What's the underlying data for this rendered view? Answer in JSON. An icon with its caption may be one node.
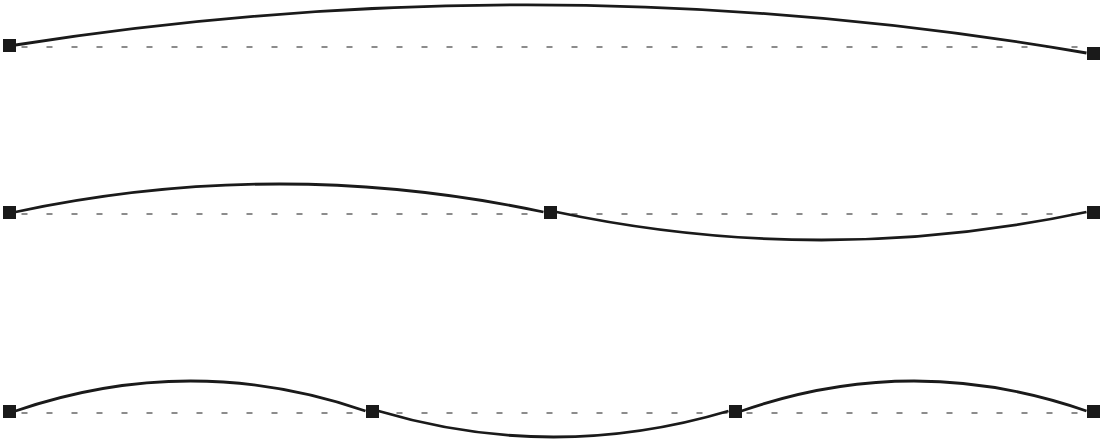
{
  "diagram": {
    "nodes": [
      {
        "text": [],
        "shape": "box"
      },
      {
        "text": [],
        "shape": "box"
      },
      {
        "text": [],
        "shape": "box"
      },
      {
        "text": [],
        "shape": "box"
      },
      {
        "text": [],
        "shape": "box"
      },
      {
        "text": [],
        "shape": "box"
      },
      {
        "text": [],
        "shape": "box"
      },
      {
        "text": [],
        "shape": "box"
      },
      {
        "text": [],
        "shape": "box"
      }
    ],
    "edges": [
      {
        "from": 0,
        "to": 1,
        "arrow": "none"
      },
      {
        "from": 2,
        "to": 3,
        "arrow": "none"
      },
      {
        "from": 3,
        "to": 4,
        "arrow": "none"
      },
      {
        "from": 5,
        "to": 6,
        "arrow": "none"
      },
      {
        "from": 6,
        "to": 7,
        "arrow": "none"
      },
      {
        "from": 7,
        "to": 8,
        "arrow": "none"
      },
      {
        "from": 0,
        "to": 1,
        "arrow": "none",
        "style": "dashed"
      },
      {
        "from": 2,
        "to": 4,
        "arrow": "none",
        "style": "dashed"
      },
      {
        "from": 5,
        "to": 8,
        "arrow": "none",
        "style": "dashed"
      }
    ]
  }
}
